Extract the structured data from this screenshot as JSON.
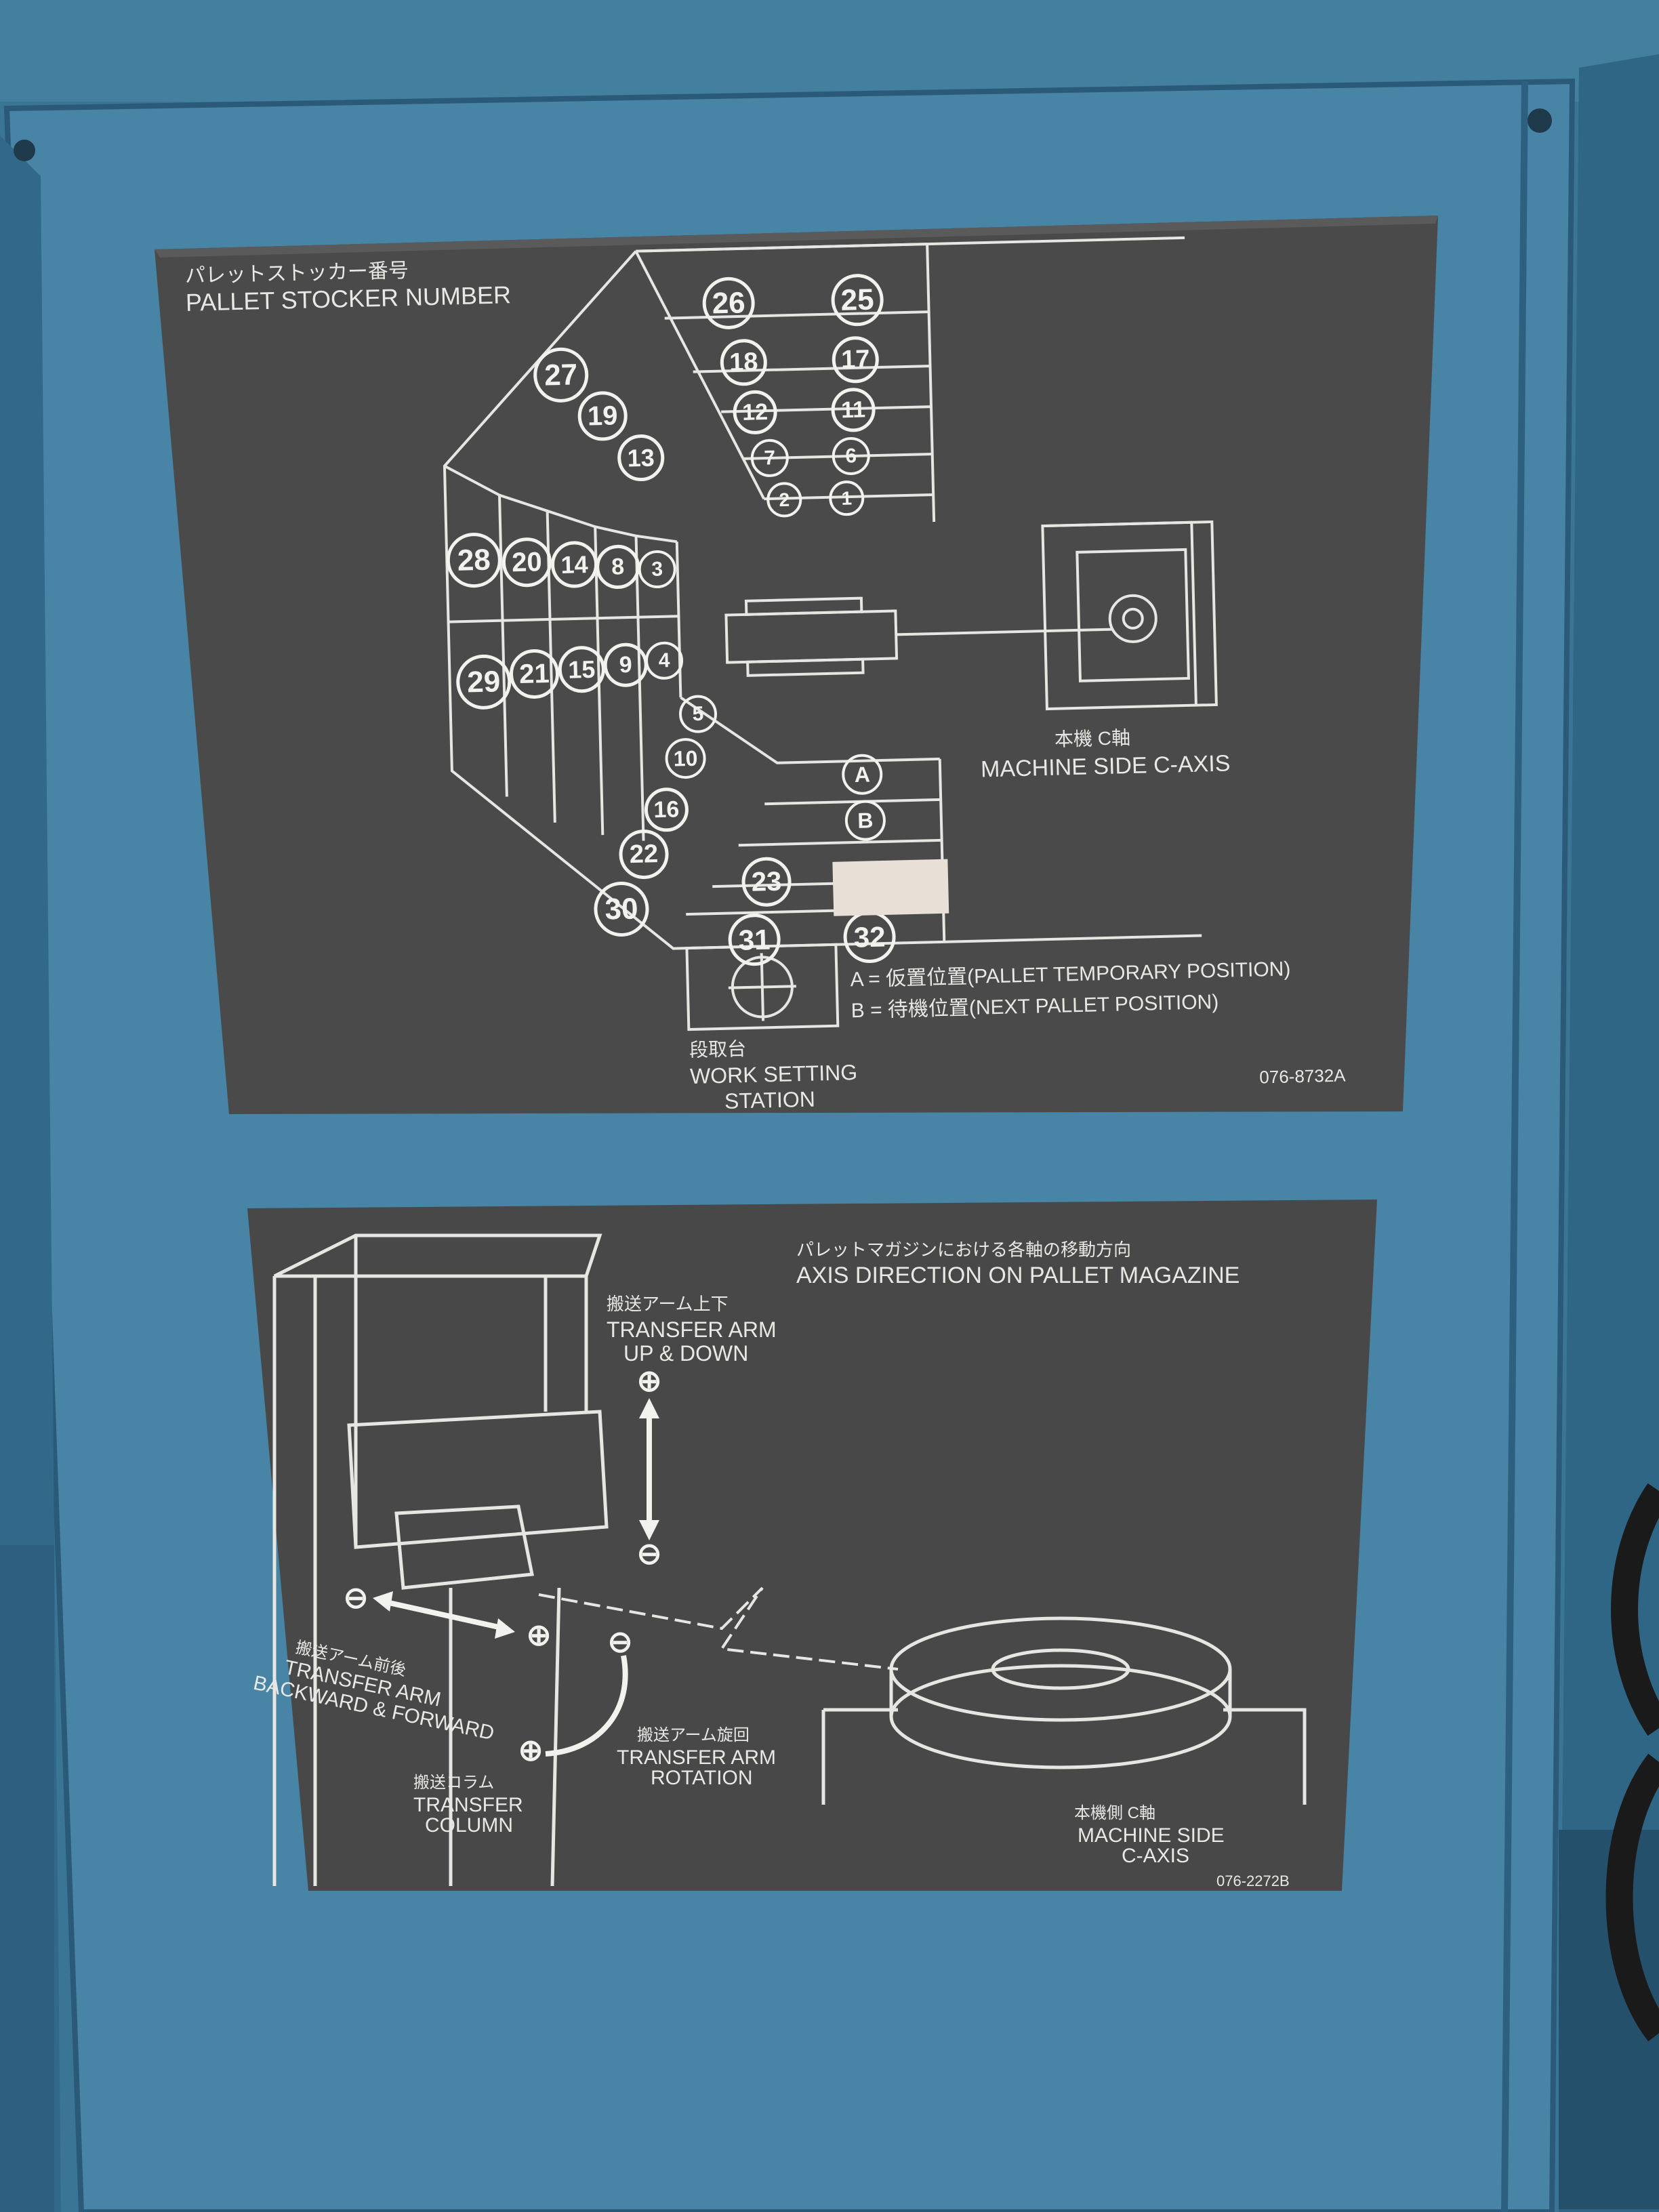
{
  "colors": {
    "cabinet": "#3c7898",
    "panel": "#4583a4",
    "plate": "#4a4a4a",
    "line": "#e6e6e2",
    "label_patch": "#e8e0d6"
  },
  "top_plate": {
    "title_jp": "パレットストッカー番号",
    "title_en": "PALLET STOCKER NUMBER",
    "positions": [
      "26",
      "25",
      "18",
      "17",
      "12",
      "11",
      "7",
      "6",
      "2",
      "1",
      "27",
      "19",
      "13",
      "28",
      "20",
      "14",
      "8",
      "3",
      "29",
      "21",
      "15",
      "9",
      "4",
      "5",
      "10",
      "16",
      "22",
      "30",
      "23",
      "31",
      "32",
      "A",
      "B"
    ],
    "machine_jp": "本機 C軸",
    "machine_en": "MACHINE SIDE C-AXIS",
    "legend_a": "A = 仮置位置(PALLET TEMPORARY POSITION)",
    "legend_b": "B = 待機位置(NEXT PALLET POSITION)",
    "station_jp": "段取台",
    "station_en_1": "WORK SETTING",
    "station_en_2": "STATION",
    "part_no": "076-8732A"
  },
  "bottom_plate": {
    "title_jp": "パレットマガジンにおける各軸の移動方向",
    "title_en": "AXIS DIRECTION ON PALLET MAGAZINE",
    "updown_jp": "搬送アーム上下",
    "updown_en_1": "TRANSFER ARM",
    "updown_en_2": "UP & DOWN",
    "fb_jp": "搬送アーム前後",
    "fb_en_1": "TRANSFER ARM",
    "fb_en_2": "BACKWARD & FORWARD",
    "rot_jp": "搬送アーム旋回",
    "rot_en_1": "TRANSFER ARM",
    "rot_en_2": "ROTATION",
    "col_jp": "搬送コラム",
    "col_en_1": "TRANSFER",
    "col_en_2": "COLUMN",
    "mc_jp": "本機側 C軸",
    "mc_en_1": "MACHINE SIDE",
    "mc_en_2": "C-AXIS",
    "plus": "⊕",
    "minus": "⊖",
    "part_no": "076-2272B"
  }
}
